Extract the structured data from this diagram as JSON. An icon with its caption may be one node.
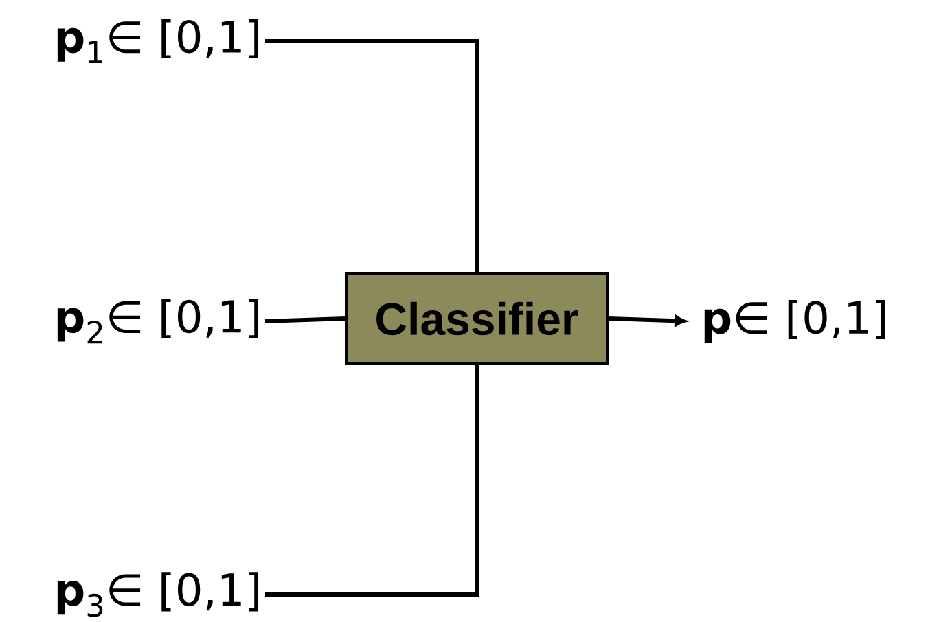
{
  "diagram": {
    "nodes": [
      {
        "text": [
          "**p**$_{1}$∈ [0,1]"
        ]
      },
      {
        "text": [
          "**p**$_{2}$∈ [0,1]"
        ]
      },
      {
        "text": [
          "Classifier"
        ]
      },
      {
        "text": [
          "**p**∈ [0,1]"
        ]
      },
      {
        "text": [
          "**p**$_{3}$∈ [0,1]"
        ]
      }
    ],
    "edges": [
      {
        "from": 0,
        "to": 2,
        "arrow": "none"
      },
      {
        "from": 1,
        "to": 2,
        "arrow": "none"
      },
      {
        "from": 4,
        "to": 2,
        "arrow": "none"
      },
      {
        "from": 2,
        "to": 3,
        "arrow": "to"
      }
    ]
  }
}
